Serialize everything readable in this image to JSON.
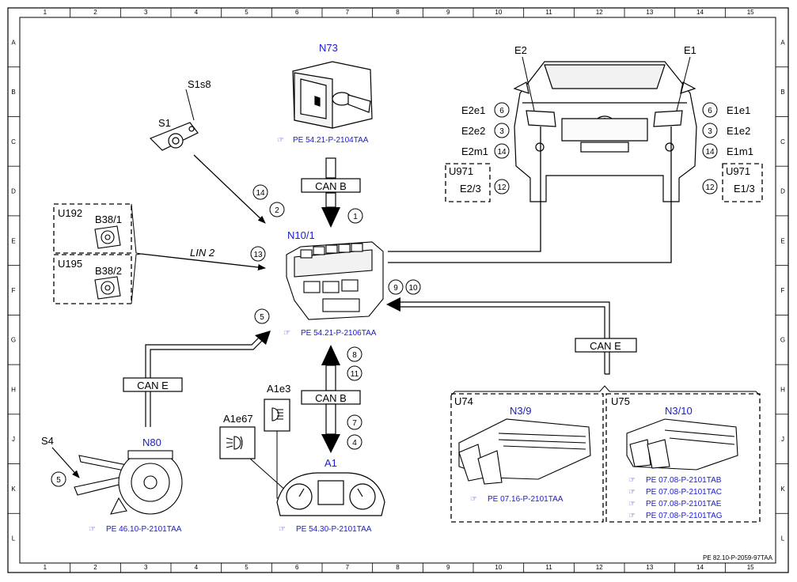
{
  "grid": {
    "columns": [
      "1",
      "2",
      "3",
      "4",
      "5",
      "6",
      "7",
      "8",
      "9",
      "10",
      "11",
      "12",
      "13",
      "14",
      "15"
    ],
    "rows": [
      "A",
      "B",
      "C",
      "D",
      "E",
      "F",
      "G",
      "H",
      "J",
      "K",
      "L"
    ]
  },
  "footer_ref": "PE 82.10-P-2059-97TAA",
  "components": {
    "n73": {
      "label": "N73",
      "ref": "PE 54.21-P-2104TAA"
    },
    "s1": {
      "label": "S1",
      "sub": "S1s8"
    },
    "n10": {
      "label": "N10/1",
      "ref": "PE 54.21-P-2106TAA"
    },
    "u192": {
      "label": "U192",
      "sub": "B38/1"
    },
    "u195": {
      "label": "U195",
      "sub": "B38/2"
    },
    "a1": {
      "label": "A1",
      "ref": "PE 54.30-P-2101TAA"
    },
    "a1e3": {
      "label": "A1e3"
    },
    "a1e67": {
      "label": "A1e67"
    },
    "n80": {
      "label": "N80",
      "ref": "PE 46.10-P-2101TAA"
    },
    "s4": {
      "label": "S4"
    },
    "u74": {
      "label": "U74",
      "sub": "N3/9",
      "ref": "PE 07.16-P-2101TAA"
    },
    "u75": {
      "label": "U75",
      "sub": "N3/10",
      "refs": [
        "PE 07.08-P-2101TAB",
        "PE 07.08-P-2101TAC",
        "PE 07.08-P-2101TAE",
        "PE 07.08-P-2101TAG"
      ]
    },
    "e2": {
      "label": "E2",
      "items": [
        "E2e1",
        "E2e2",
        "E2m1"
      ],
      "nums": [
        "6",
        "3",
        "14"
      ],
      "u971": "U971",
      "u971_sub": "E2/3",
      "u971_num": "12"
    },
    "e1": {
      "label": "E1",
      "items": [
        "E1e1",
        "E1e2",
        "E1m1"
      ],
      "nums": [
        "6",
        "3",
        "14"
      ],
      "u971": "U971",
      "u971_sub": "E1/3",
      "u971_num": "12"
    }
  },
  "buses": {
    "can_b_top": "CAN B",
    "can_b_bottom": "CAN B",
    "can_e_left": "CAN E",
    "can_e_right": "CAN E",
    "lin": "LIN 2"
  },
  "callouts": {
    "c14": "14",
    "c2": "2",
    "c1": "1",
    "c13": "13",
    "c5": "5",
    "c9": "9",
    "c10": "10",
    "c8": "8",
    "c11": "11",
    "c7": "7",
    "c4": "4",
    "c5b": "5"
  }
}
